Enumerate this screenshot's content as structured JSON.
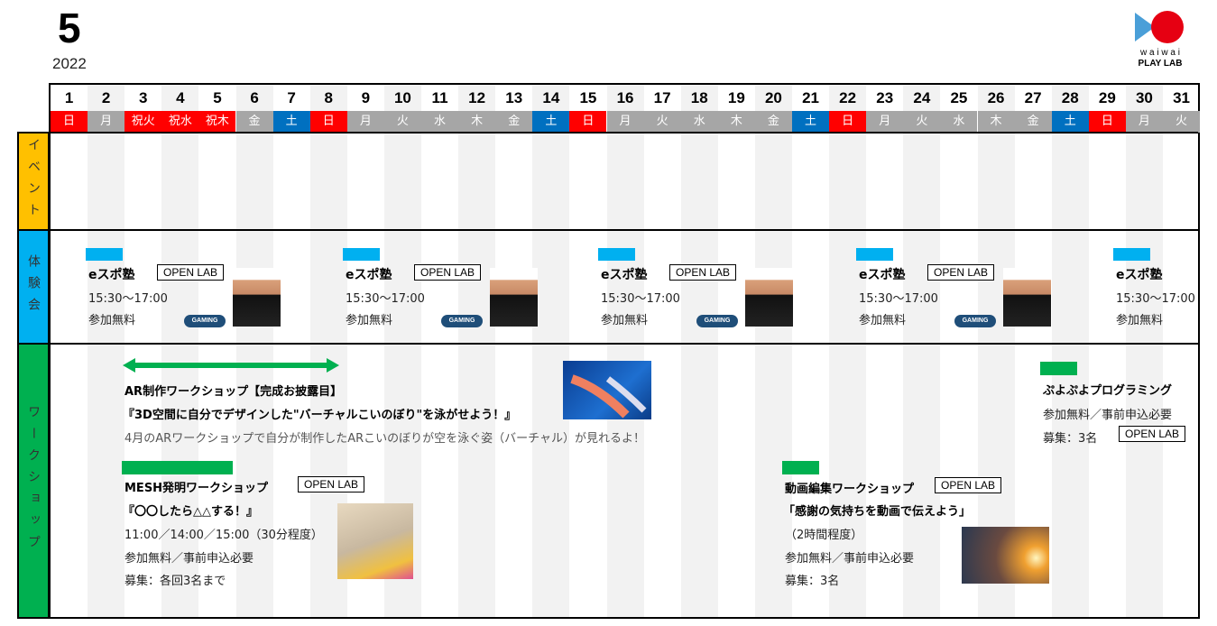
{
  "header": {
    "month": "5",
    "year": "2022",
    "logo_text": "waiwai PLAY LAB"
  },
  "days": [
    {
      "d": "1",
      "w": "日",
      "c": "red"
    },
    {
      "d": "2",
      "w": "月",
      "c": "gray"
    },
    {
      "d": "3",
      "w": "祝火",
      "c": "red"
    },
    {
      "d": "4",
      "w": "祝水",
      "c": "red"
    },
    {
      "d": "5",
      "w": "祝木",
      "c": "red"
    },
    {
      "d": "6",
      "w": "金",
      "c": "gray"
    },
    {
      "d": "7",
      "w": "土",
      "c": "blue"
    },
    {
      "d": "8",
      "w": "日",
      "c": "red"
    },
    {
      "d": "9",
      "w": "月",
      "c": "gray"
    },
    {
      "d": "10",
      "w": "火",
      "c": "gray"
    },
    {
      "d": "11",
      "w": "水",
      "c": "gray"
    },
    {
      "d": "12",
      "w": "木",
      "c": "gray"
    },
    {
      "d": "13",
      "w": "金",
      "c": "gray"
    },
    {
      "d": "14",
      "w": "土",
      "c": "blue"
    },
    {
      "d": "15",
      "w": "日",
      "c": "red"
    },
    {
      "d": "16",
      "w": "月",
      "c": "gray"
    },
    {
      "d": "17",
      "w": "火",
      "c": "gray"
    },
    {
      "d": "18",
      "w": "水",
      "c": "gray"
    },
    {
      "d": "19",
      "w": "木",
      "c": "gray"
    },
    {
      "d": "20",
      "w": "金",
      "c": "gray"
    },
    {
      "d": "21",
      "w": "土",
      "c": "blue"
    },
    {
      "d": "22",
      "w": "日",
      "c": "red"
    },
    {
      "d": "23",
      "w": "月",
      "c": "gray"
    },
    {
      "d": "24",
      "w": "火",
      "c": "gray"
    },
    {
      "d": "25",
      "w": "水",
      "c": "gray"
    },
    {
      "d": "26",
      "w": "木",
      "c": "gray"
    },
    {
      "d": "27",
      "w": "金",
      "c": "gray"
    },
    {
      "d": "28",
      "w": "土",
      "c": "blue"
    },
    {
      "d": "29",
      "w": "日",
      "c": "red"
    },
    {
      "d": "30",
      "w": "月",
      "c": "gray"
    },
    {
      "d": "31",
      "w": "火",
      "c": "gray"
    }
  ],
  "colors": {
    "red": "#ff0000",
    "gray": "#a6a6a6",
    "blue": "#0070c0",
    "cyan": "#00b0f0",
    "green": "#00b050",
    "event": "#ffc000"
  },
  "sections": {
    "event": "イベント",
    "taiken": "体験会",
    "workshop": "ワークショップ"
  },
  "esports": {
    "title": "eスポ塾",
    "badge": "OPEN LAB",
    "time": "15:30～17:00",
    "fee": "参加無料",
    "logo": "GAMING"
  },
  "ar": {
    "title": "AR制作ワークショップ【完成お披露目】",
    "subtitle": "『3D空間に自分でデザインした\"バーチャルこいのぼり\"を泳がせよう！』",
    "desc": "4月のARワークショップで自分が制作したARこいのぼりが空を泳ぐ姿（バーチャル）が見れるよ！"
  },
  "mesh": {
    "title": "MESH発明ワークショップ",
    "badge": "OPEN LAB",
    "subtitle": "『〇〇したら△△する！』",
    "time": "11:00／14:00／15:00（30分程度）",
    "fee": "参加無料／事前申込必要",
    "cap": "募集：各回3名まで"
  },
  "video": {
    "title": "動画編集ワークショップ",
    "badge": "OPEN LAB",
    "subtitle": "「感謝の気持ちを動画で伝えよう」",
    "time": "（2時間程度）",
    "fee": "参加無料／事前申込必要",
    "cap": "募集：3名"
  },
  "puyo": {
    "title": "ぷよぷよプログラミング",
    "fee": "参加無料／事前申込必要",
    "cap": "募集：3名",
    "badge": "OPEN LAB"
  }
}
